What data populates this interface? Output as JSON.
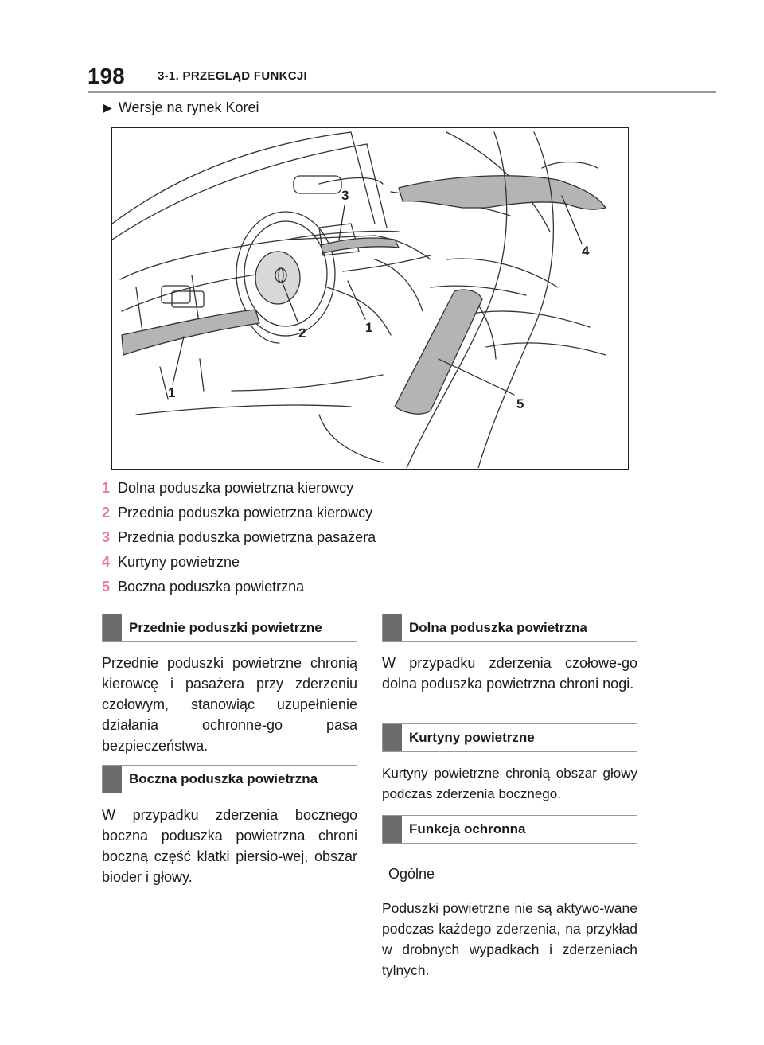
{
  "header": {
    "page_number": "198",
    "section": "3-1. PRZEGLĄD FUNKCJI"
  },
  "variant": "Wersje na rynek Korei",
  "figure": {
    "callouts": [
      "1",
      "1",
      "2",
      "3",
      "4",
      "5"
    ],
    "emblem_icon": "toyota-emblem-icon"
  },
  "legend": [
    {
      "num": "1",
      "text": "Dolna poduszka powietrzna kierowcy"
    },
    {
      "num": "2",
      "text": "Przednia poduszka powietrzna kierowcy"
    },
    {
      "num": "3",
      "text": "Przednia poduszka powietrzna pasażera"
    },
    {
      "num": "4",
      "text": "Kurtyny powietrzne"
    },
    {
      "num": "5",
      "text": "Boczna poduszka powietrzna"
    }
  ],
  "left_column": {
    "front_heading": "Przednie poduszki powietrzne",
    "front_text": "Przednie poduszki powietrzne chronią kierowcę i pasażera przy zderzeniu czołowym, stanowiąc uzupełnienie działania ochronne-go pasa bezpieczeństwa.",
    "side_heading": "Boczna poduszka powietrzna",
    "side_text": "W przypadku zderzenia bocznego boczna poduszka powietrzna chroni boczną część klatki piersio-wej, obszar bioder i głowy."
  },
  "right_column": {
    "knee_heading": "Dolna poduszka powietrzna",
    "knee_text": "W przypadku zderzenia czołowe-go dolna poduszka powietrzna chroni nogi.",
    "curtain_heading": "Kurtyny powietrzne",
    "curtain_text": "Kurtyny powietrzne chronią obszar głowy podczas zderzenia bocznego.",
    "function_heading": "Funkcja ochronna",
    "general_subheading": "Ogólne",
    "general_text": "Poduszki powietrzne nie są aktywo-wane podczas każdego zderzenia, na przykład w drobnych wypadkach i zderzeniach tylnych."
  },
  "colors": {
    "accent_pink": "#e87aa3",
    "heading_bar": "#6b6b6b",
    "airbag_fill": "#b4b4b4"
  }
}
